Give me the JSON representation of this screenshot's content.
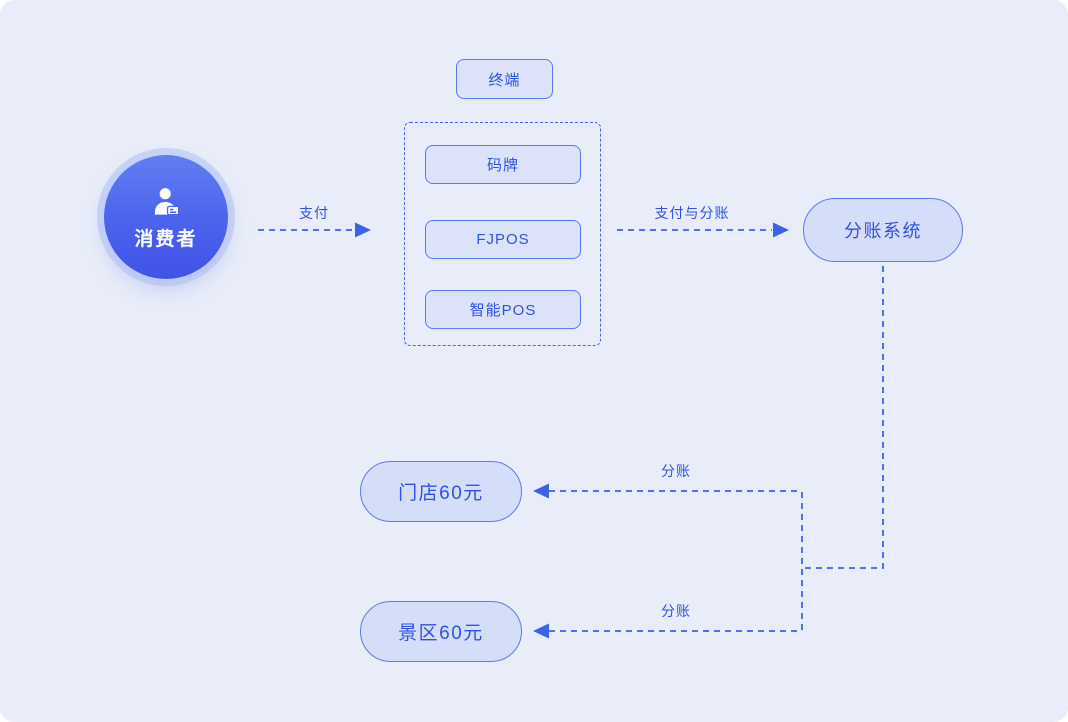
{
  "diagram": {
    "title": "payment-split-flow"
  },
  "colors": {
    "canvas_bg": "#e9edf9",
    "page_bg": "#ffffff",
    "line_accent": "#3e61ed",
    "node_border": "#5b79f0",
    "node_fill": "#dbe2f9",
    "pill_fill": "#d5def8",
    "text_blue": "#2e52e8",
    "consumer_gradient_top": "#617ff2",
    "consumer_gradient_bottom": "#4054e8"
  },
  "nodes": {
    "consumer": {
      "label": "消费者",
      "icon": "person-badge-icon"
    },
    "terminal": {
      "title": "终端",
      "items": [
        {
          "label": "码牌"
        },
        {
          "label": "FJPOS"
        },
        {
          "label": "智能POS"
        }
      ]
    },
    "split_system": {
      "label": "分账系统"
    },
    "store": {
      "label": "门店60元"
    },
    "scenic": {
      "label": "景区60元"
    }
  },
  "edges": {
    "pay": {
      "label": "支付"
    },
    "pay_split": {
      "label": "支付与分账"
    },
    "split_store": {
      "label": "分账"
    },
    "split_scenic": {
      "label": "分账"
    }
  }
}
